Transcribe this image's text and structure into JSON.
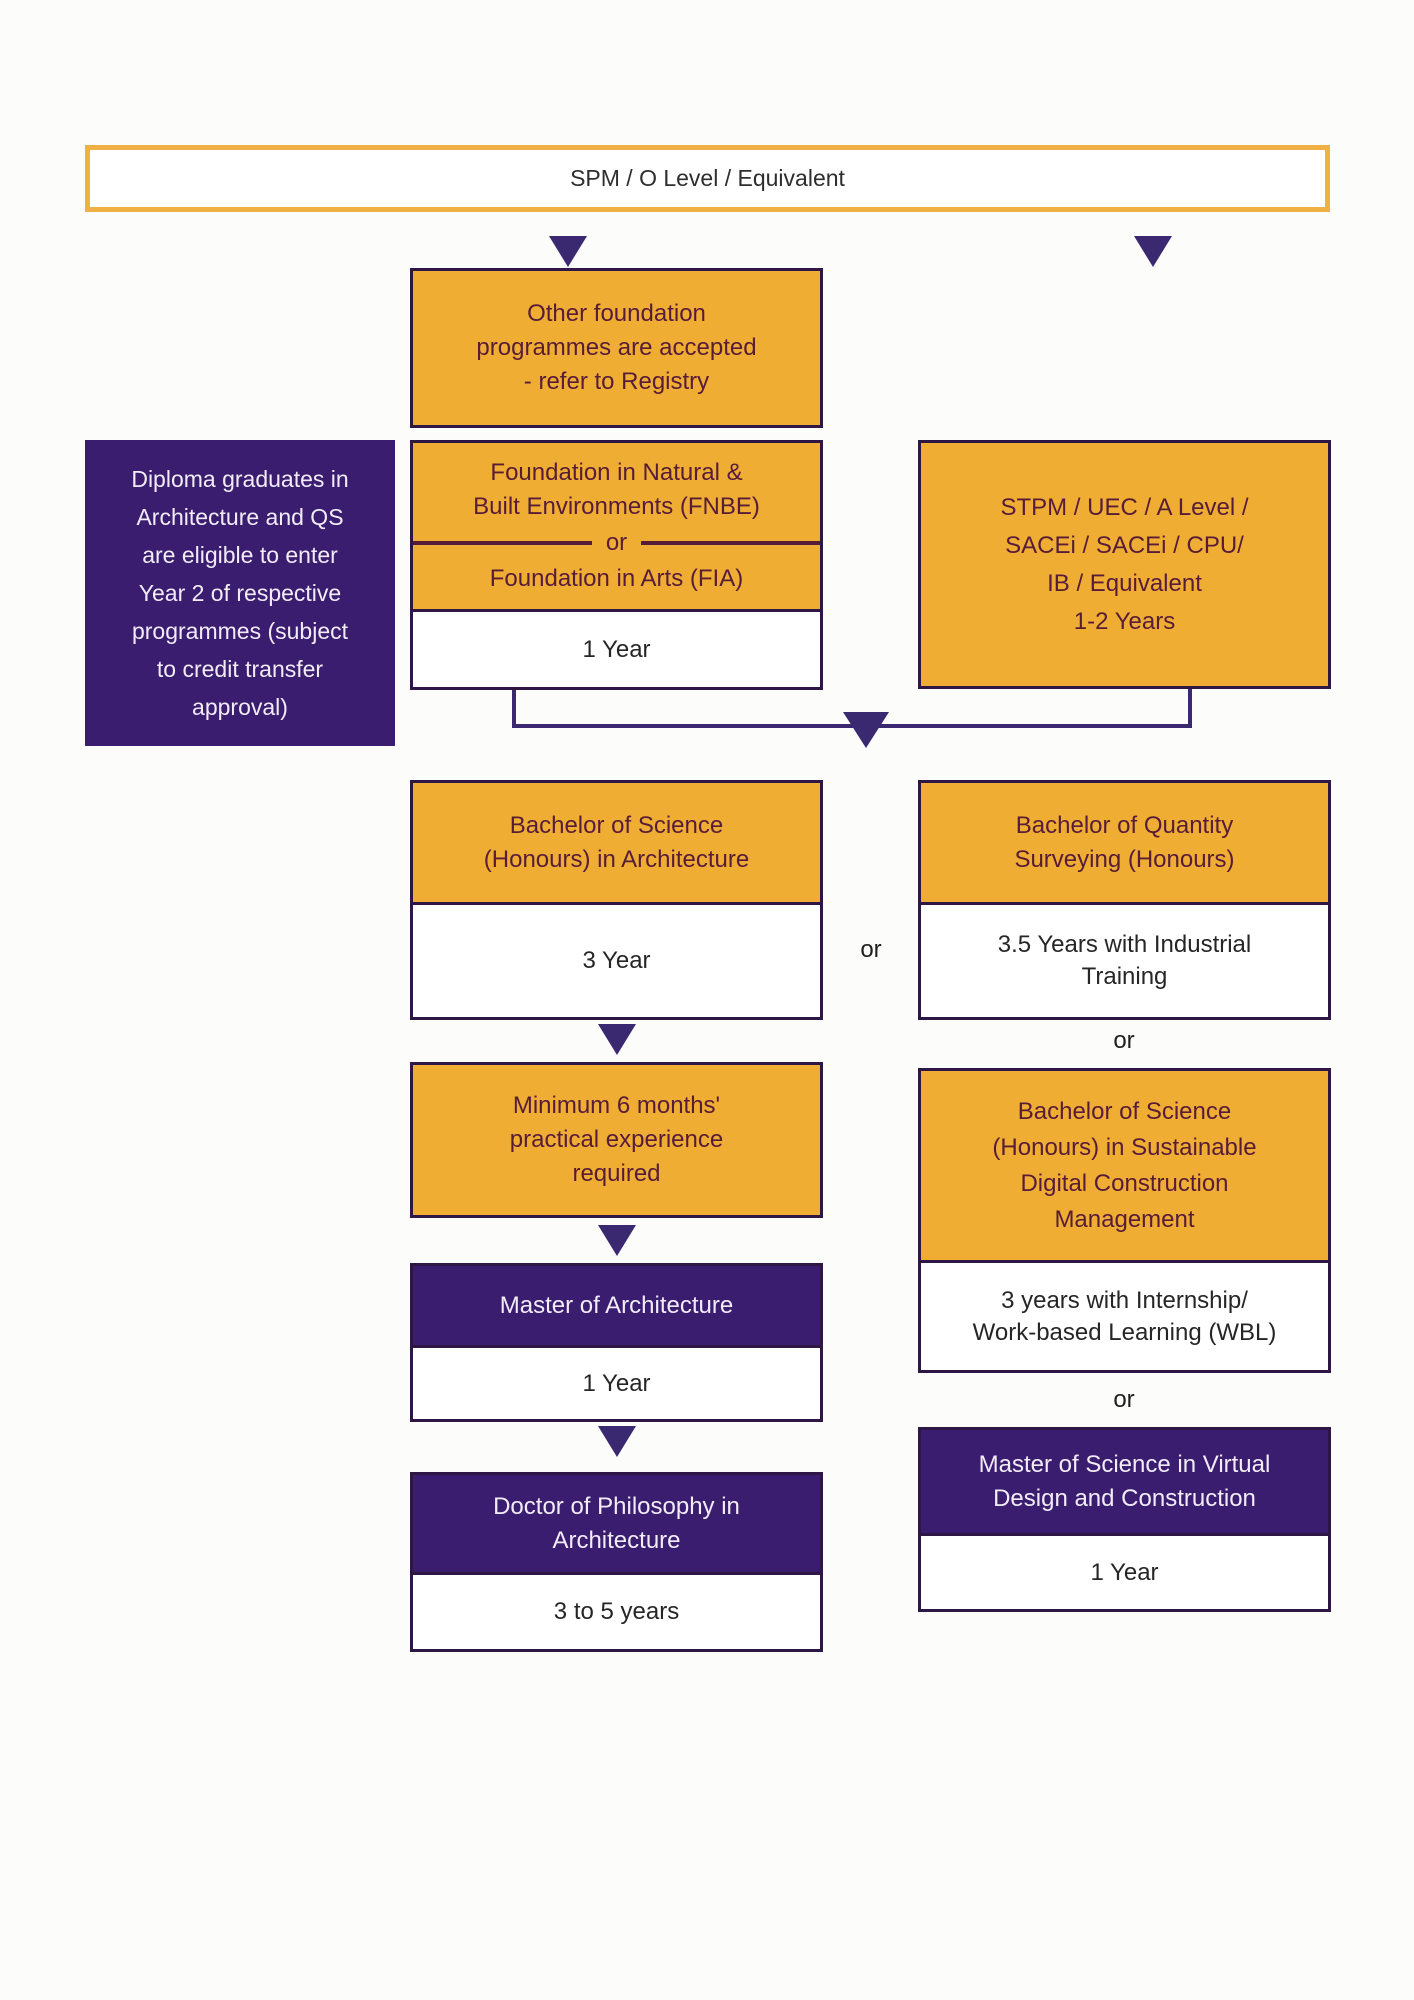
{
  "colors": {
    "orange": "#F0AD33",
    "purple": "#3A1D6E",
    "card_border": "#2E1745",
    "arrow": "#3A2870",
    "maroon_text": "#571C38",
    "entry_border": "#F0B043",
    "dark_text": "#262626",
    "light_text": "#F2ECF8"
  },
  "nodes": {
    "entry": "SPM / O Level / Equivalent",
    "other_foundation": "Other foundation\nprogrammes are accepted\n- refer to Registry",
    "diploma_note": "Diploma graduates in\nArchitecture and QS\nare eligible to enter\nYear 2 of respective\nprogrammes (subject\nto credit transfer\napproval)",
    "foundation": {
      "title_part1": "Foundation in Natural &\nBuilt Environments (FNBE)",
      "or_word": "or",
      "title_part2": "Foundation in Arts (FIA)",
      "duration": "1 Year"
    },
    "pre_university": "STPM / UEC / A Level /\nSACEi / SACEi / CPU/\nIB / Equivalent\n1-2 Years",
    "bsc_architecture": {
      "title": "Bachelor of Science\n(Honours) in Architecture",
      "duration": "3 Year"
    },
    "or_between_bachelors": "or",
    "quantity_surveying": {
      "title": "Bachelor of Quantity\nSurveying (Honours)",
      "duration": "3.5 Years with Industrial\nTraining"
    },
    "practical_experience": "Minimum 6 months'\npractical experience\nrequired",
    "master_architecture": {
      "title": "Master of Architecture",
      "duration": "1 Year"
    },
    "phd_architecture": {
      "title": "Doctor of Philosophy in\nArchitecture",
      "duration": "3 to 5 years"
    },
    "or_before_sdcm": "or",
    "sustainable_construction": {
      "title": "Bachelor of Science\n(Honours) in Sustainable\nDigital Construction\nManagement",
      "duration": "3 years with Internship/\nWork-based Learning (WBL)"
    },
    "or_before_msc": "or",
    "msc_virtual_design": {
      "title": "Master of Science in Virtual\nDesign and Construction",
      "duration": "1 Year"
    }
  }
}
